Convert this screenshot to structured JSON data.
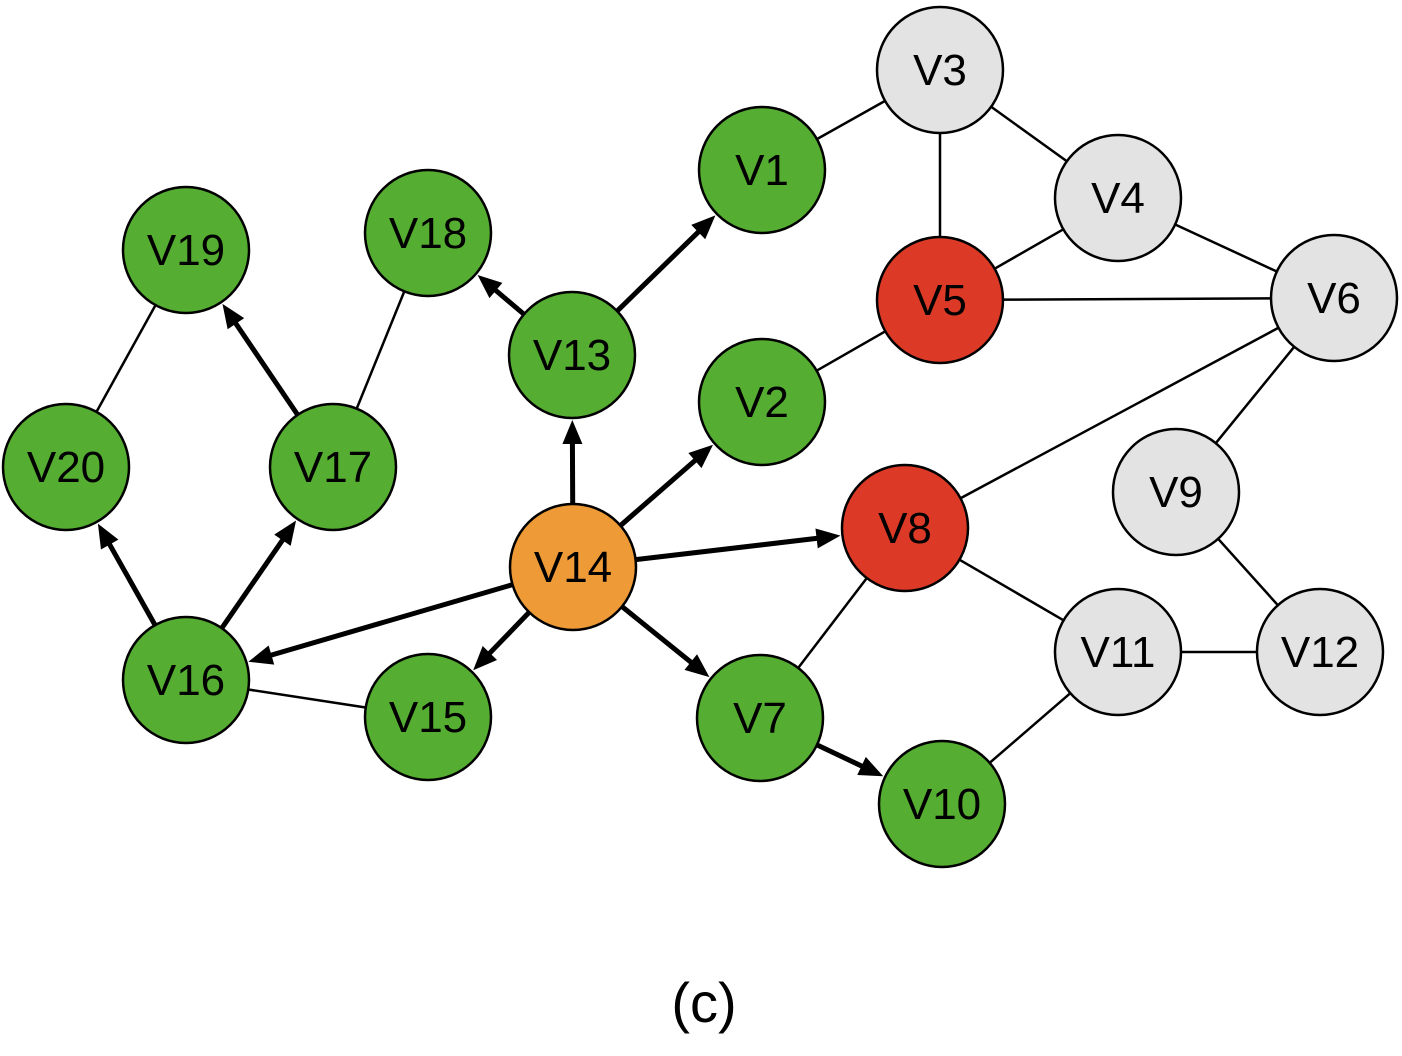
{
  "colors": {
    "visited": "#55ad31",
    "source": "#ee9a36",
    "target": "#dc3a26",
    "unvisited": "#e3e3e3",
    "stroke": "#000000"
  },
  "nodes": [
    {
      "id": "V1",
      "label": "V1",
      "status": "visited"
    },
    {
      "id": "V2",
      "label": "V2",
      "status": "visited"
    },
    {
      "id": "V3",
      "label": "V3",
      "status": "unvisited"
    },
    {
      "id": "V4",
      "label": "V4",
      "status": "unvisited"
    },
    {
      "id": "V5",
      "label": "V5",
      "status": "target"
    },
    {
      "id": "V6",
      "label": "V6",
      "status": "unvisited"
    },
    {
      "id": "V7",
      "label": "V7",
      "status": "visited"
    },
    {
      "id": "V8",
      "label": "V8",
      "status": "target"
    },
    {
      "id": "V9",
      "label": "V9",
      "status": "unvisited"
    },
    {
      "id": "V10",
      "label": "V10",
      "status": "visited"
    },
    {
      "id": "V11",
      "label": "V11",
      "status": "unvisited"
    },
    {
      "id": "V12",
      "label": "V12",
      "status": "unvisited"
    },
    {
      "id": "V13",
      "label": "V13",
      "status": "visited"
    },
    {
      "id": "V14",
      "label": "V14",
      "status": "source"
    },
    {
      "id": "V15",
      "label": "V15",
      "status": "visited"
    },
    {
      "id": "V16",
      "label": "V16",
      "status": "visited"
    },
    {
      "id": "V17",
      "label": "V17",
      "status": "visited"
    },
    {
      "id": "V18",
      "label": "V18",
      "status": "visited"
    },
    {
      "id": "V19",
      "label": "V19",
      "status": "visited"
    },
    {
      "id": "V20",
      "label": "V20",
      "status": "visited"
    }
  ],
  "edges": [
    {
      "from": "V1",
      "to": "V3",
      "directed": false
    },
    {
      "from": "V3",
      "to": "V4",
      "directed": false
    },
    {
      "from": "V3",
      "to": "V5",
      "directed": false
    },
    {
      "from": "V4",
      "to": "V5",
      "directed": false
    },
    {
      "from": "V4",
      "to": "V6",
      "directed": false
    },
    {
      "from": "V5",
      "to": "V6",
      "directed": false
    },
    {
      "from": "V2",
      "to": "V5",
      "directed": false
    },
    {
      "from": "V6",
      "to": "V8",
      "directed": false
    },
    {
      "from": "V6",
      "to": "V9",
      "directed": false
    },
    {
      "from": "V9",
      "to": "V12",
      "directed": false
    },
    {
      "from": "V11",
      "to": "V12",
      "directed": false
    },
    {
      "from": "V8",
      "to": "V11",
      "directed": false
    },
    {
      "from": "V10",
      "to": "V11",
      "directed": false
    },
    {
      "from": "V7",
      "to": "V8",
      "directed": false
    },
    {
      "from": "V16",
      "to": "V15",
      "directed": false
    },
    {
      "from": "V17",
      "to": "V18",
      "directed": false
    },
    {
      "from": "V19",
      "to": "V20",
      "directed": false
    },
    {
      "from": "V14",
      "to": "V13",
      "directed": true
    },
    {
      "from": "V14",
      "to": "V2",
      "directed": true
    },
    {
      "from": "V14",
      "to": "V8",
      "directed": true
    },
    {
      "from": "V14",
      "to": "V7",
      "directed": true
    },
    {
      "from": "V14",
      "to": "V15",
      "directed": true
    },
    {
      "from": "V14",
      "to": "V16",
      "directed": true
    },
    {
      "from": "V13",
      "to": "V1",
      "directed": true
    },
    {
      "from": "V13",
      "to": "V18",
      "directed": true
    },
    {
      "from": "V7",
      "to": "V10",
      "directed": true
    },
    {
      "from": "V16",
      "to": "V17",
      "directed": true
    },
    {
      "from": "V16",
      "to": "V20",
      "directed": true
    },
    {
      "from": "V17",
      "to": "V19",
      "directed": true
    }
  ],
  "caption": "(c)"
}
